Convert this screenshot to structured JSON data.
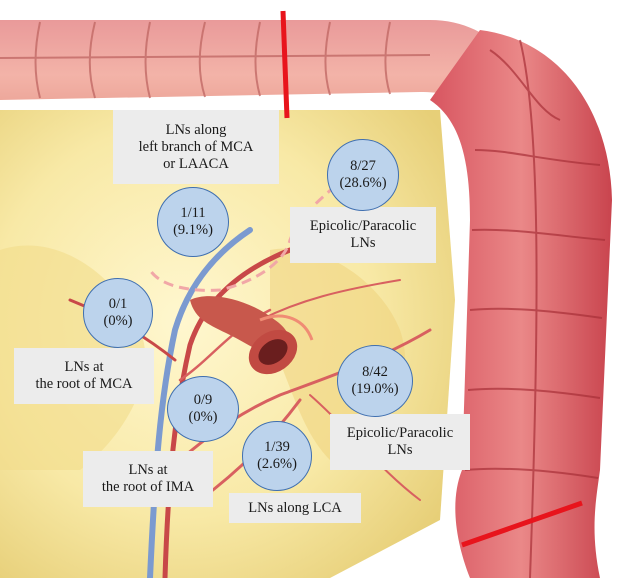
{
  "colors": {
    "colon": "#e0707a",
    "colon_dark": "#b93a41",
    "fat": "#f6e8a8",
    "cut_line": "#e8141c",
    "bubble_fill": "#bcd3ec",
    "bubble_border": "#3f6fb0",
    "label_bg": "#ececec"
  },
  "labels": {
    "lad_mca": [
      "LNs along",
      "left branch of MCA",
      "or LAACA"
    ],
    "epicolic_upper": [
      "Epicolic/Paracolic",
      "LNs"
    ],
    "root_mca": [
      "LNs at",
      "the root of MCA"
    ],
    "root_ima": [
      "LNs at",
      "the root of IMA"
    ],
    "lca": [
      "LNs along  LCA"
    ],
    "epicolic_lower": [
      "Epicolic/Paracolic",
      "LNs"
    ]
  },
  "bubbles": {
    "mca_branch": [
      "1/11",
      "(9.1%)"
    ],
    "epicolic_upper": [
      "8/27",
      "(28.6%)"
    ],
    "root_mca": [
      "0/1",
      "(0%)"
    ],
    "root_ima": [
      "0/9",
      "(0%)"
    ],
    "lca": [
      "1/39",
      "(2.6%)"
    ],
    "epicolic_lower": [
      "8/42",
      "(19.0%)"
    ]
  }
}
